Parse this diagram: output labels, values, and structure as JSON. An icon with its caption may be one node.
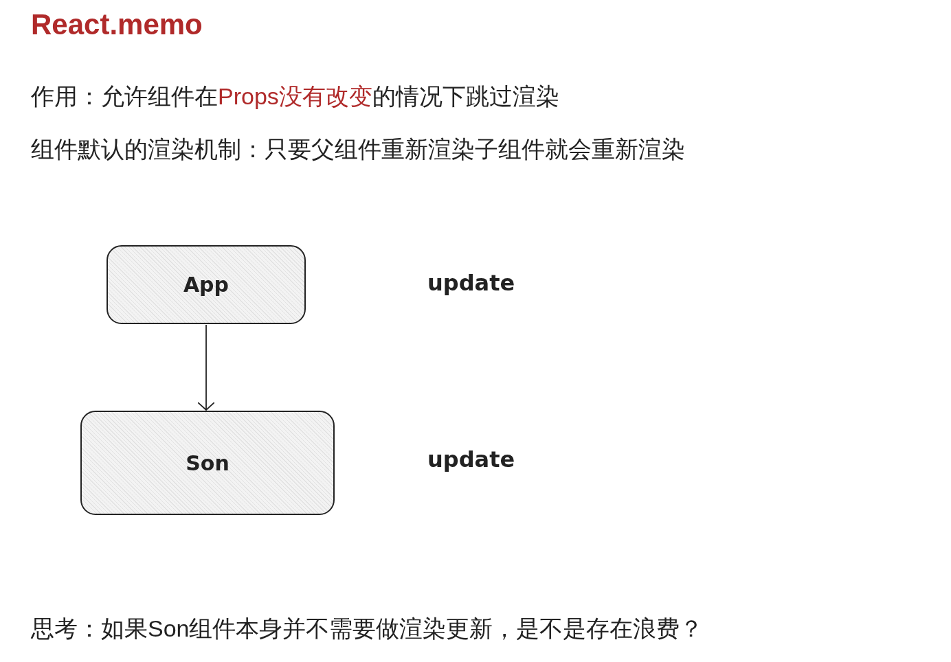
{
  "diagram": {
    "title": "React.memo",
    "nodes": [
      {
        "text": [
          "App"
        ]
      },
      {
        "text": [
          "Son"
        ]
      }
    ],
    "edges": [
      {
        "from": 0,
        "to": 1,
        "arrow": "to"
      }
    ],
    "labels": [
      "作用：允许组件在",
      "Props没有改变",
      "的情况下跳过渲染",
      "组件默认的渲染机制：只要父组件重新渲染子组件就会重新渲染",
      "update",
      "update",
      "思考：如果Son组件本身并不需要做渲染更新，是不是存在浪费？"
    ]
  }
}
